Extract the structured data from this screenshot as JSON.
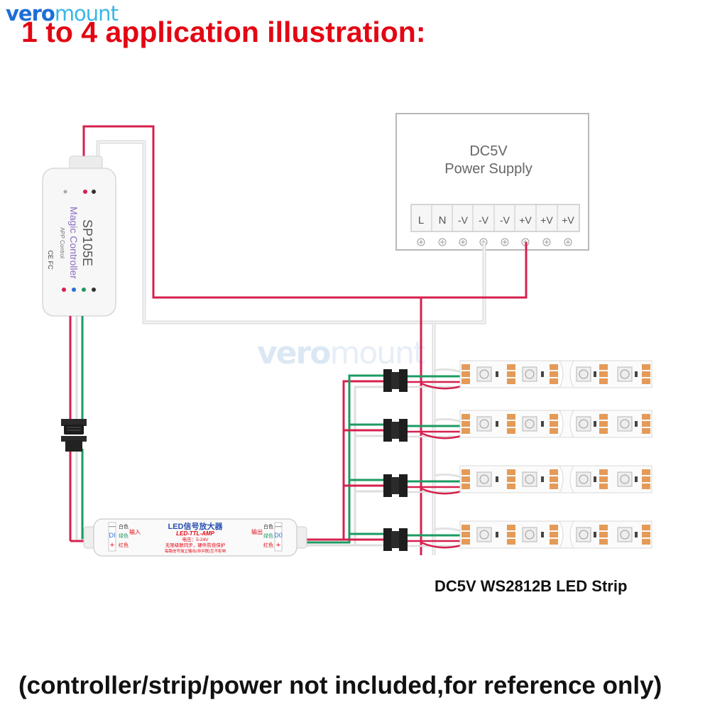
{
  "logo": {
    "part1": "vero",
    "part2": "mount"
  },
  "title": "1 to 4 application illustration:",
  "power_supply": {
    "line1": "DC5V",
    "line2": "Power Supply",
    "terminals": [
      "L",
      "N",
      "-V",
      "-V",
      "-V",
      "+V",
      "+V",
      "+V"
    ]
  },
  "controller": {
    "model": "SP105E",
    "name": "Magic Controller",
    "sub": "APP Control",
    "marks": "CE FC"
  },
  "amplifier": {
    "title": "LED信号放大器",
    "subtitle": "LED-TTL-AMP",
    "voltage": "电压：5-24V",
    "line1": "无限级联同步，硬件防烧保护",
    "line2": "每路信号独立输出(非并联)互不影响",
    "left_labels": [
      "白色",
      "绿色",
      "红色"
    ],
    "right_labels": [
      "白色",
      "绿色",
      "红色"
    ],
    "left_io": "输入",
    "right_io": "输出"
  },
  "watermark": {
    "part1": "vero",
    "part2": "mount"
  },
  "strip_label": "DC5V WS2812B LED Strip",
  "footer": "(controller/strip/power not included,for reference only)",
  "colors": {
    "red_wire": "#d6204e",
    "green_wire": "#1c9a62",
    "white_wire": "#d9d9d9",
    "title": "#e30613",
    "pad": "#e59a57"
  }
}
